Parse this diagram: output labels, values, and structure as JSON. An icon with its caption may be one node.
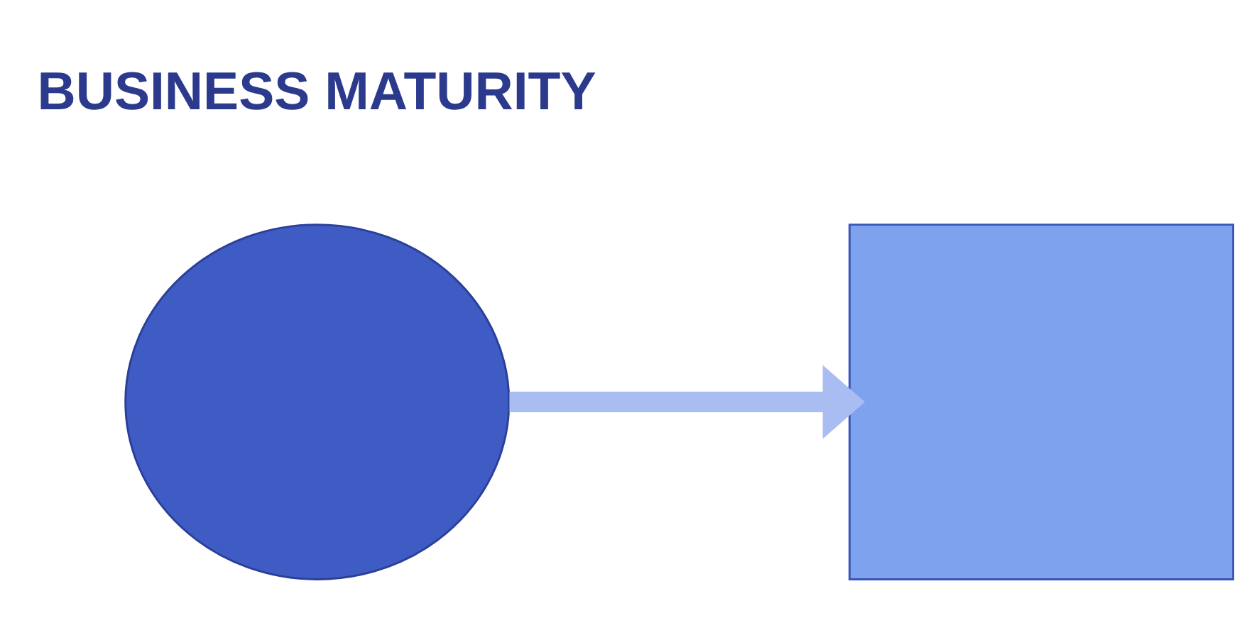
{
  "diagram": {
    "nodes": [
      {
        "text": [],
        "shape": "cloud"
      },
      {
        "text": [],
        "shape": "box"
      }
    ],
    "edges": [
      {
        "from": 0,
        "to": 1,
        "arrow": "to"
      }
    ],
    "labels": [
      "BUSINESS MATURITY"
    ]
  }
}
